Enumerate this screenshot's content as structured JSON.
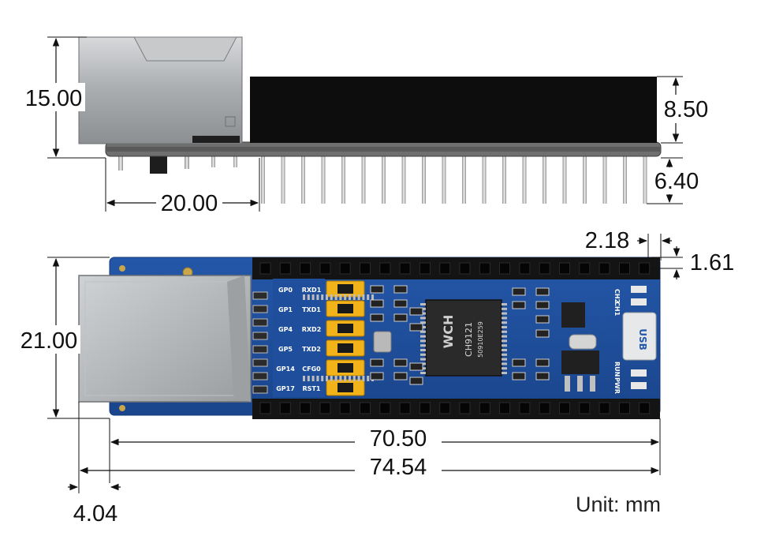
{
  "dimensions": {
    "side_height": "15.00",
    "header_height": "8.50",
    "pin_length": "6.40",
    "rj45_offset": "20.00",
    "pitch_offset": "2.18",
    "edge_offset": "1.61",
    "board_width": "21.00",
    "board_length": "70.50",
    "total_length": "74.54",
    "rj45_overhang": "4.04"
  },
  "pin_labels_left": [
    "GP0",
    "GP1",
    "GP4",
    "GP5",
    "GP14",
    "GP17"
  ],
  "pin_labels_right": [
    "RXD1",
    "TXD1",
    "RXD2",
    "TXD2",
    "CFG0",
    "RST1"
  ],
  "chip": {
    "logo": "WCH",
    "name": "CH9121",
    "code": "50910E259"
  },
  "silkscreen": {
    "usb": "USB",
    "ch2": "CH2",
    "ch1": "CH1",
    "run": "RUN",
    "pwr": "PWR"
  },
  "unit": "Unit: mm",
  "colors": {
    "pcb": "#1f4f9c",
    "header": "#121212",
    "jumper": "#f2b21a",
    "rj45": "#b9bcbf",
    "pin": "#c9c9c9"
  }
}
